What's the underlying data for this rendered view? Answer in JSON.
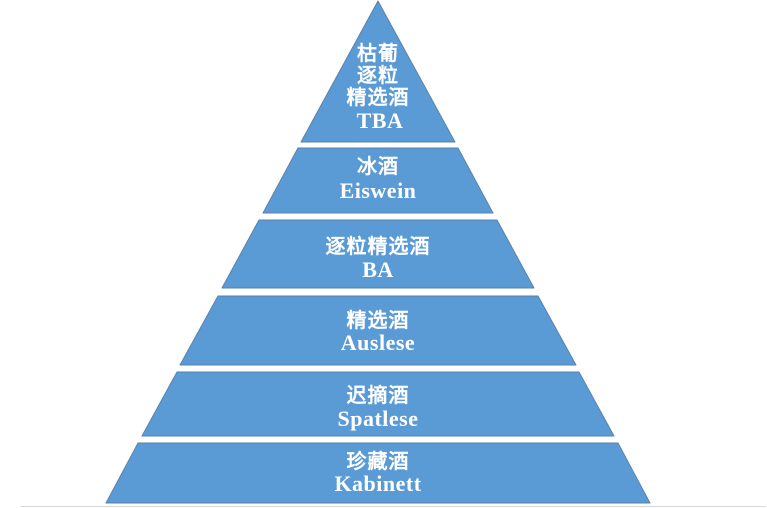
{
  "colors": {
    "level_fill": "#5b9bd5",
    "level_border": "#5a82ab",
    "label_text": "#ffffff",
    "bottom_rule": "#d9d9d9"
  },
  "levels": [
    {
      "lines": [
        "枯葡",
        "逐粒",
        "精选酒",
        "TBA"
      ]
    },
    {
      "lines": [
        "冰酒",
        "Eiswein"
      ]
    },
    {
      "lines": [
        "逐粒精选酒",
        "BA"
      ]
    },
    {
      "lines": [
        "精选酒",
        "Auslese"
      ]
    },
    {
      "lines": [
        "迟摘酒",
        "Spatlese"
      ]
    },
    {
      "lines": [
        "珍藏酒",
        "Kabinett"
      ]
    }
  ]
}
